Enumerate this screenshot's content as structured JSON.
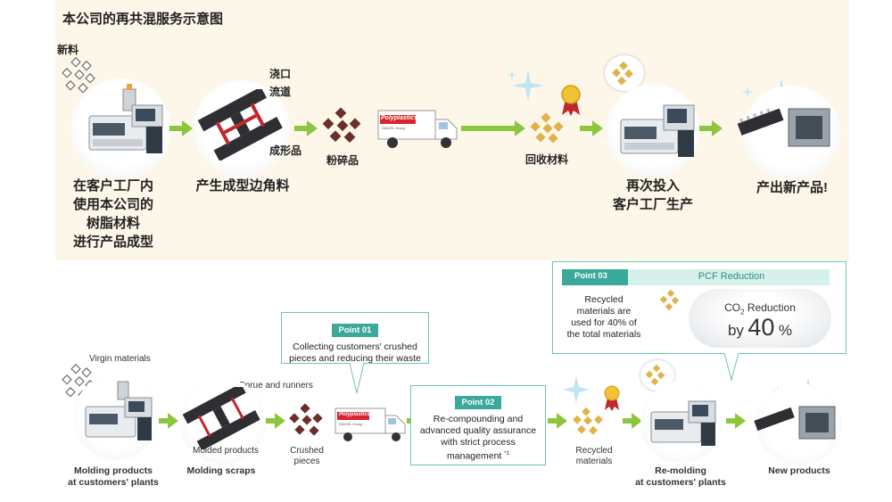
{
  "title": "本公司的再共混服务示意图",
  "top": {
    "virgin": "新料",
    "sprue": "浇口",
    "runner": "流道",
    "molded": "成形品",
    "crushed": "粉碎品",
    "truck_brand": "Polyplastics",
    "truck_sub": "DAICEL Group",
    "recycled": "回收材料",
    "step1": [
      "在客户工厂内",
      "使用本公司的",
      "树脂材料",
      "进行产品成型"
    ],
    "step2": "产生成型边角料",
    "step3": [
      "再次投入",
      "客户工厂生产"
    ],
    "step4": "产出新产品!"
  },
  "bottom": {
    "virgin": "Virgin materials",
    "sprue_runners": "Sprue and runners",
    "molded_products": "Molded products",
    "crushed": [
      "Crushed",
      "pieces"
    ],
    "recycled": [
      "Recycled",
      "materials"
    ],
    "truck_brand": "Polyplastics",
    "truck_sub": "DAICEL Group",
    "step1": [
      "Molding products",
      "at customers' plants"
    ],
    "step2": "Molding scraps",
    "step3": [
      "Re-molding",
      "at customers' plants"
    ],
    "step4": "New products",
    "point01": {
      "label": "Point 01",
      "text": [
        "Collecting customers' crushed",
        "pieces and reducing their waste"
      ]
    },
    "point02": {
      "label": "Point 02",
      "text": [
        "Re-compounding and",
        "advanced quality assurance",
        "with strict process",
        "management"
      ],
      "footnote": "*1"
    },
    "point03": {
      "label": "Point 03",
      "heading": "PCF Reduction",
      "text": [
        "Recycled",
        "materials are",
        "used for 40% of",
        "the total materials"
      ],
      "co2_prefix": "CO",
      "co2_sub": "2",
      "co2_suffix": " Reduction",
      "by": "by",
      "value": "40",
      "unit": "%"
    }
  },
  "colors": {
    "arrow": "#8cc63f",
    "teal": "#3aa99a",
    "brown": "#6b2f2a",
    "gold": "#e0b34a",
    "red": "#c0272d"
  }
}
